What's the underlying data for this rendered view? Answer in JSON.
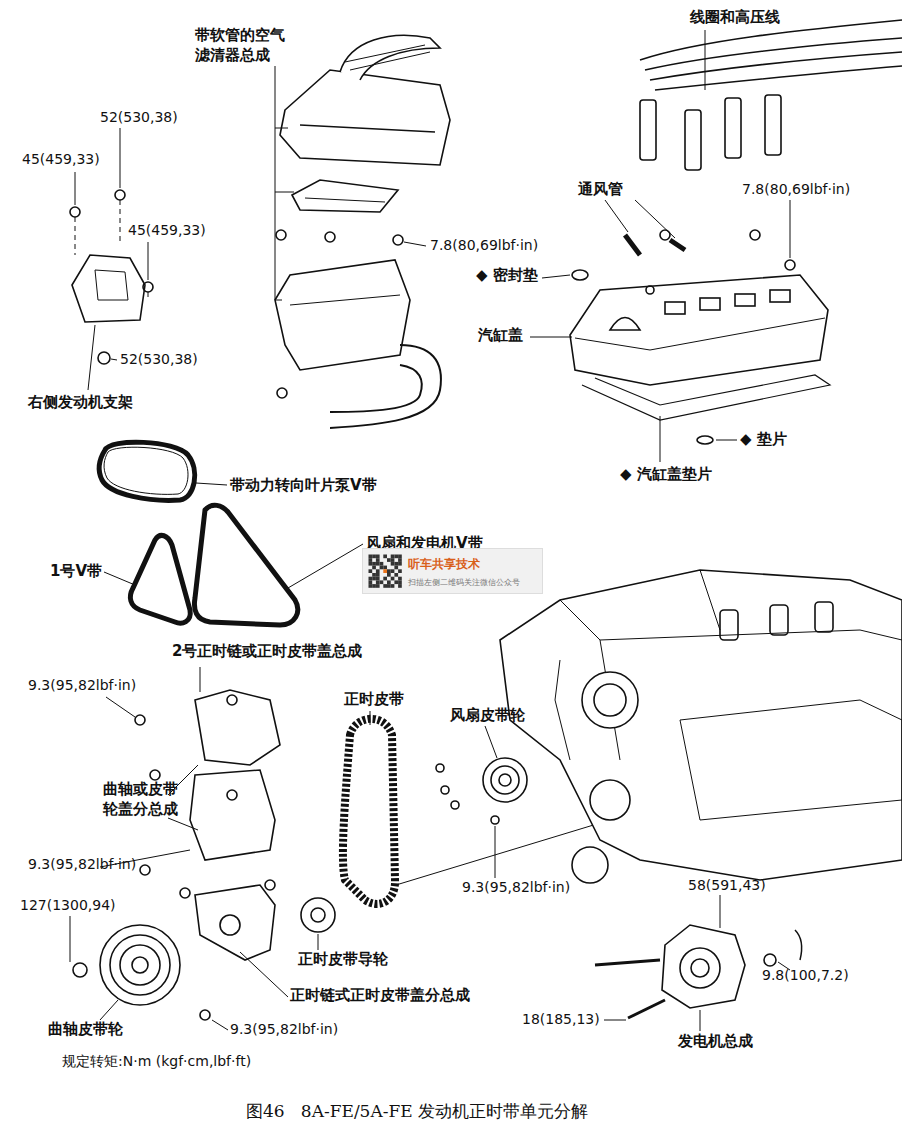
{
  "diagram": {
    "caption": "图46   8A-FE/5A-FE 发动机正时带单元分解",
    "nodes": [
      {
        "text": [
          "听车共享技术",
          "扫描左侧二维码关注微信公众号"
        ]
      }
    ],
    "labels": [
      "带软管的空气 滤清器总成",
      "线圈和高压线",
      "52(530,38)",
      "45(459,33)",
      "45(459,33)",
      "通风管",
      "7.8(80,69lbf·in)",
      "7.8(80,69lbf·in)",
      "◆ 密封垫",
      "汽缸盖",
      "52(530,38)",
      "右侧发动机支架",
      "◆ 垫片",
      "◆ 汽缸盖垫片",
      "带动力转向叶片泵V带",
      "风扇和发电机V带",
      "1号V带",
      "2号正时链或正时皮带盖总成",
      "9.3(95,82lbf·in)",
      "正时皮带",
      "风扇皮带轮",
      "曲轴或皮带 轮盖分总成",
      "9.3(95,82lbf·in)",
      "9.3(95,82lbf·in)",
      "58(591,43)",
      "127(1300,94)",
      "正时皮带导轮",
      "9.8(100,7.2)",
      "正时链式正时皮带盖分总成",
      "18(185,13)",
      "曲轴皮带轮",
      "9.3(95,82lbf·in)",
      "发电机总成",
      "规定转矩:N·m (kgf·cm,lbf·ft)"
    ]
  }
}
